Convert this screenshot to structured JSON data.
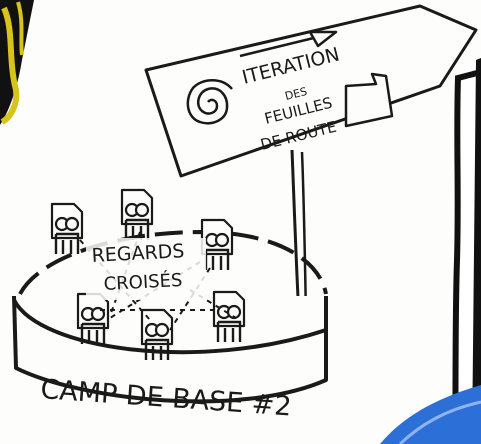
{
  "signpost": {
    "line1": "ITERATION",
    "line2": "DES",
    "line3": "FEUILLES",
    "line4": "DE ROUTE"
  },
  "platform": {
    "label": "CAMP DE BASE #2"
  },
  "discussion": {
    "line1": "REGARDS",
    "line2": "CROISÉS"
  },
  "colors": {
    "ink": "#1a1a1a",
    "paper": "#fdfdfb",
    "yellow_edge": "#d8c21c",
    "blue_panel": "#2c6fd6"
  },
  "icons": [
    "spiral-icon",
    "document-icon",
    "arrow-icon",
    "person-icon"
  ]
}
